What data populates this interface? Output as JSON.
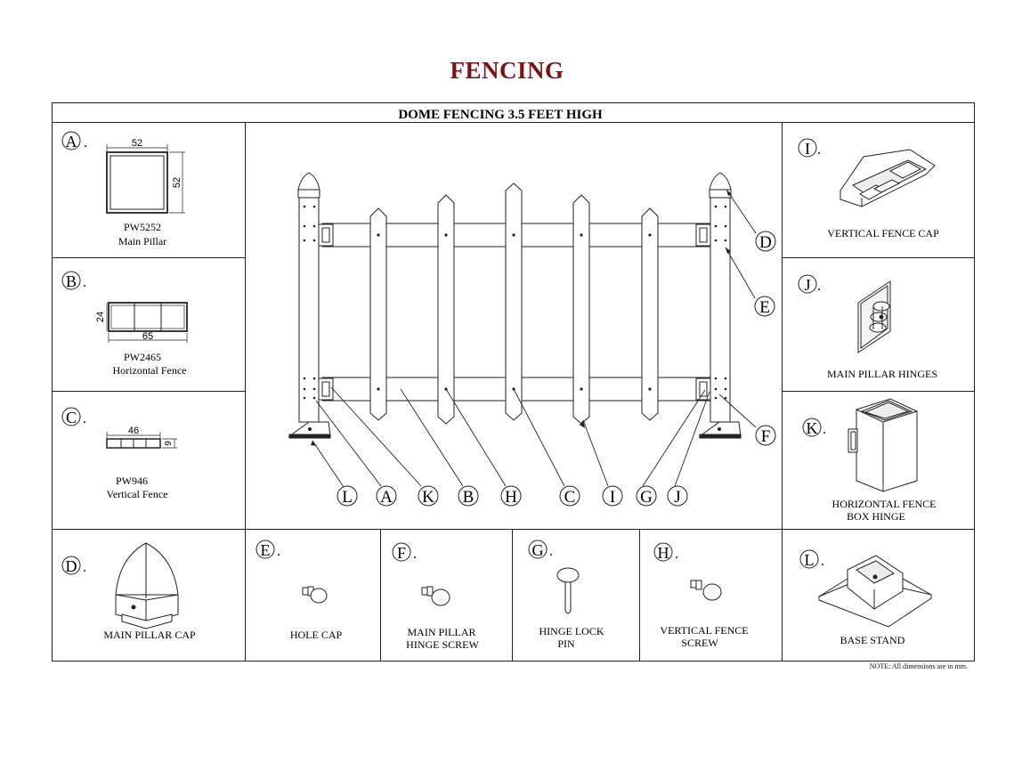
{
  "page_title": "FENCING",
  "table_header": "DOME FENCING 3.5 FEET HIGH",
  "note": "NOTE: All dimensions are in mm.",
  "panels": {
    "A": {
      "letter": "A",
      "code": "PW5252",
      "name": "Main Pillar",
      "dim_w": "52",
      "dim_h": "52"
    },
    "B": {
      "letter": "B",
      "code": "PW2465",
      "name": "Horizontal Fence",
      "dim_w": "65",
      "dim_h": "24"
    },
    "C": {
      "letter": "C",
      "code": "PW946",
      "name": "Vertical Fence",
      "dim_w": "46",
      "dim_h": "9"
    },
    "D": {
      "letter": "D",
      "label": "MAIN PILLAR CAP"
    },
    "E": {
      "letter": "E",
      "label": "HOLE CAP"
    },
    "F": {
      "letter": "F",
      "label_line1": "MAIN PILLAR",
      "label_line2": "HINGE SCREW"
    },
    "G": {
      "letter": "G",
      "label_line1": "HINGE LOCK",
      "label_line2": "PIN"
    },
    "H": {
      "letter": "H",
      "label_line1": "VERTICAL FENCE",
      "label_line2": "SCREW"
    },
    "I": {
      "letter": "I",
      "label": "VERTICAL FENCE CAP"
    },
    "J": {
      "letter": "J",
      "label": "MAIN PILLAR HINGES"
    },
    "K": {
      "letter": "K",
      "label_line1": "HORIZONTAL FENCE",
      "label_line2": "BOX HINGE"
    },
    "L": {
      "letter": "L",
      "label": "BASE STAND"
    }
  },
  "callouts_bottom": [
    "L",
    "A",
    "K",
    "B",
    "H",
    "C",
    "I",
    "G",
    "J"
  ],
  "callouts_right": [
    "D",
    "E",
    "F"
  ]
}
